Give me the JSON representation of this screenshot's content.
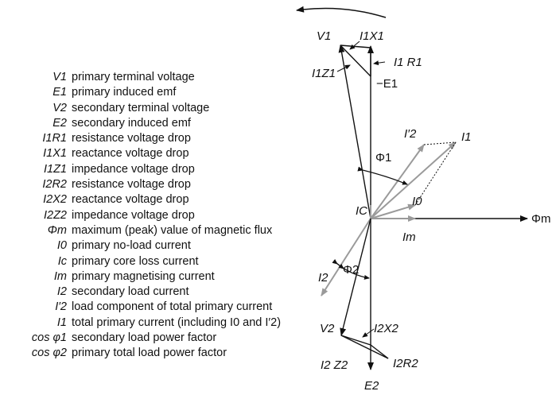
{
  "legend": [
    {
      "symbol": "V1",
      "description": "primary terminal voltage"
    },
    {
      "symbol": "E1",
      "description": "primary induced emf"
    },
    {
      "symbol": "V2",
      "description": "secondary terminal voltage"
    },
    {
      "symbol": "E2",
      "description": "secondary induced emf"
    },
    {
      "symbol": "I1R1",
      "description": "resistance voltage drop"
    },
    {
      "symbol": "I1X1",
      "description": "reactance voltage drop"
    },
    {
      "symbol": "I1Z1",
      "description": "impedance voltage drop"
    },
    {
      "symbol": "I2R2",
      "description": "resistance voltage drop"
    },
    {
      "symbol": "I2X2",
      "description": "reactance voltage drop"
    },
    {
      "symbol": "I2Z2",
      "description": "impedance voltage drop"
    },
    {
      "symbol": "Φm",
      "description": "maximum (peak) value of magnetic flux"
    },
    {
      "symbol": "I0",
      "description": "primary no-load current"
    },
    {
      "symbol": "Ic",
      "description": "primary core loss current"
    },
    {
      "symbol": "Im",
      "description": "primary magnetising current"
    },
    {
      "symbol": "I2",
      "description": "secondary load current"
    },
    {
      "symbol": "I′2",
      "description": " load component of total primary current"
    },
    {
      "symbol": "I1",
      "description": "total primary current (including I0 and I′2)"
    },
    {
      "symbol": "cos φ1",
      "description": "secondary load power factor"
    },
    {
      "symbol": "cos φ2",
      "description": "primary total load power factor"
    }
  ],
  "phasor_labels": {
    "V1": "V1",
    "I1X1": "I1X1",
    "I1Z1": "I1Z1",
    "I1R1": "I1 R1",
    "minusE1": "−E1",
    "I2prime": "I′2",
    "I1": "I1",
    "Phi1": "Φ1",
    "I0": "I0",
    "IC": "IC",
    "Phim": "Φm",
    "Im": "Im",
    "I2": "I2",
    "Phi2": "Φ2",
    "V2": "V2",
    "I2X2": "I2X2",
    "I2Z2": "I2 Z2",
    "I2R2": "I2R2",
    "E2": "E2"
  },
  "colors": {
    "black": "#111111",
    "grey": "#9a9a9a"
  }
}
